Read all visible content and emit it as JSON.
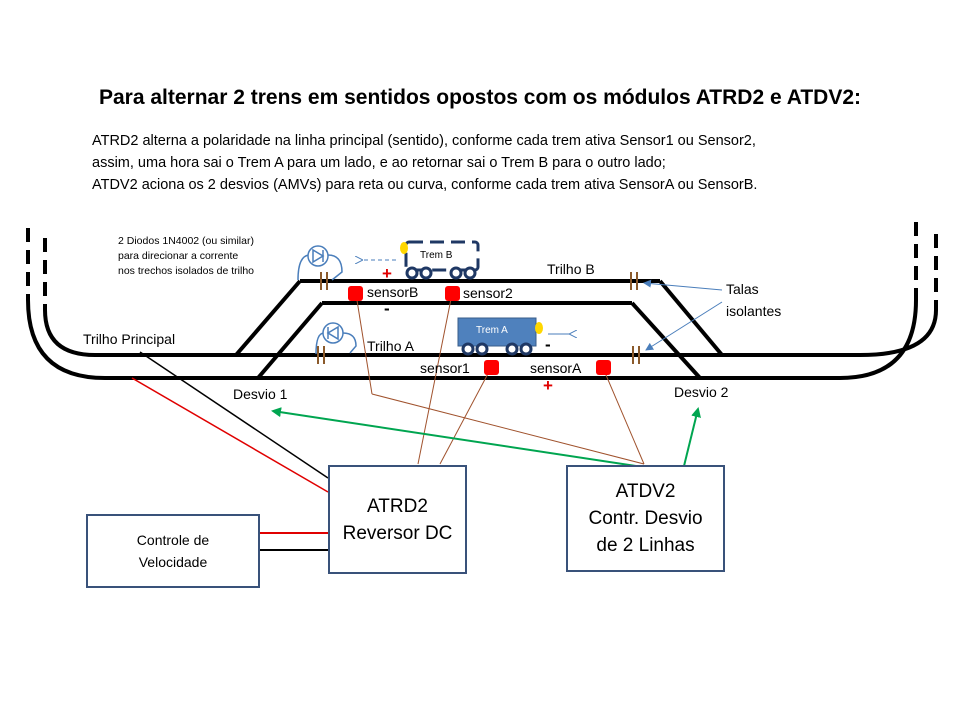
{
  "title": "Para alternar 2 trens em sentidos opostos com os módulos ATRD2 e ATDV2:",
  "description": [
    "ATRD2 alterna a polaridade na linha principal (sentido), conforme cada trem ativa Sensor1 ou Sensor2,",
    "assim, uma hora sai o Trem A para um lado, e ao retornar sai o Trem B para o outro lado;",
    "ATDV2 aciona os 2 desvios (AMVs) para reta ou curva, conforme cada trem ativa SensorA ou SensorB."
  ],
  "diode_note": [
    "2 Diodos 1N4002 (ou similar)",
    "para direcionar a corrente",
    "nos trechos isolados de trilho"
  ],
  "labels": {
    "trilho_b": "Trilho B",
    "trilho_a": "Trilho A",
    "trilho_principal": "Trilho Principal",
    "talas": [
      "Talas",
      "isolantes"
    ],
    "desvio1": "Desvio 1",
    "desvio2": "Desvio 2",
    "sensorB": "sensorB",
    "sensor2": "sensor2",
    "sensor1": "sensor1",
    "sensorA": "sensorA"
  },
  "signs": {
    "plus": "+",
    "minus": "-"
  },
  "trains": {
    "trem_b": "Trem B",
    "trem_a": "Trem A"
  },
  "modules": {
    "atrd2": [
      "ATRD2",
      "Reversor DC"
    ],
    "atdv2": [
      "ATDV2",
      "Contr. Desvio",
      "de 2 Linhas"
    ],
    "controle": [
      "Controle de",
      "Velocidade"
    ]
  },
  "colors": {
    "track": "#000000",
    "sensor": "#ff0000",
    "sensor_wire": "#a0522d",
    "red_wire": "#e00000",
    "green_wire": "#00a550",
    "arrow_blue": "#4a7ebb",
    "box_border": "#39527a",
    "train_a_fill": "#4f81bd",
    "train_b_outline": "#1f3864",
    "light": "#ffd700",
    "insulator": "#8b5a2b"
  }
}
